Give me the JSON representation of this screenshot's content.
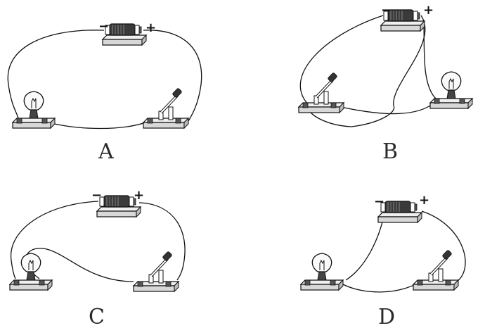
{
  "panels": [
    {
      "label": "A"
    },
    {
      "label": "B"
    },
    {
      "label": "C"
    },
    {
      "label": "D"
    }
  ],
  "battery": {
    "minus": "−",
    "plus": "+"
  },
  "colors": {
    "ink": "#111111",
    "base": "#e9e9e9",
    "cell": "#3a3a3a"
  }
}
